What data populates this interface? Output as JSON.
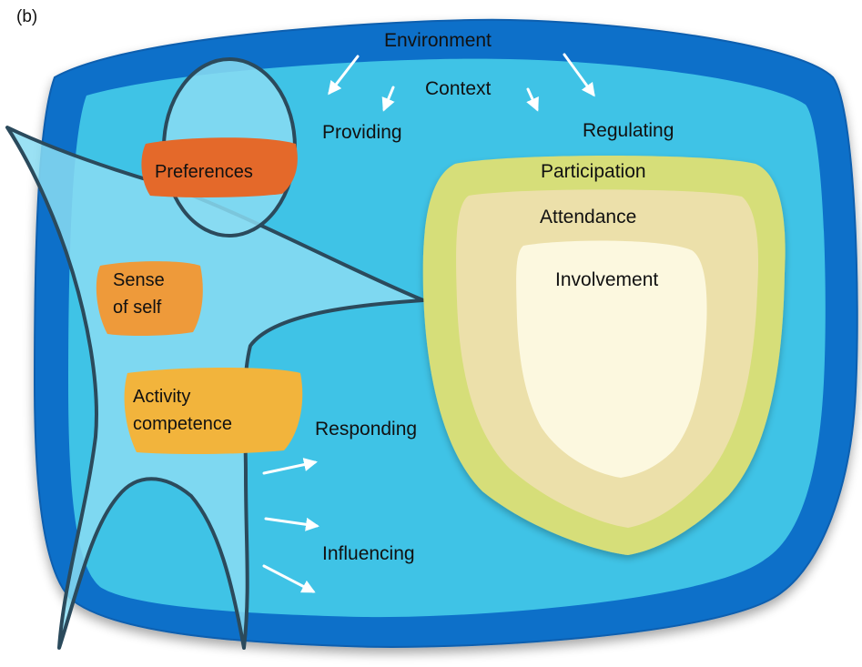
{
  "panel_label": "(b)",
  "outer": {
    "environment": "Environment",
    "context": "Context"
  },
  "processes": {
    "providing": "Providing",
    "regulating": "Regulating",
    "responding": "Responding",
    "influencing": "Influencing"
  },
  "rings": {
    "participation": "Participation",
    "attendance": "Attendance",
    "involvement": "Involvement"
  },
  "person_attributes": {
    "preferences": "Preferences",
    "sense_of_self_line1": "Sense",
    "sense_of_self_line2": "of self",
    "activity_competence_line1": "Activity",
    "activity_competence_line2": "competence"
  },
  "colors": {
    "environment": "#0a6fc9",
    "context": "#3fc3e6",
    "person": "#8adcf2",
    "participation": "#d6de79",
    "attendance": "#ece0aa",
    "involvement": "#fcf8df",
    "preferences": "#e4692a",
    "sense_of_self": "#ee9a3a",
    "activity_competence": "#f2b43c",
    "outline": "#2b4a5c"
  }
}
